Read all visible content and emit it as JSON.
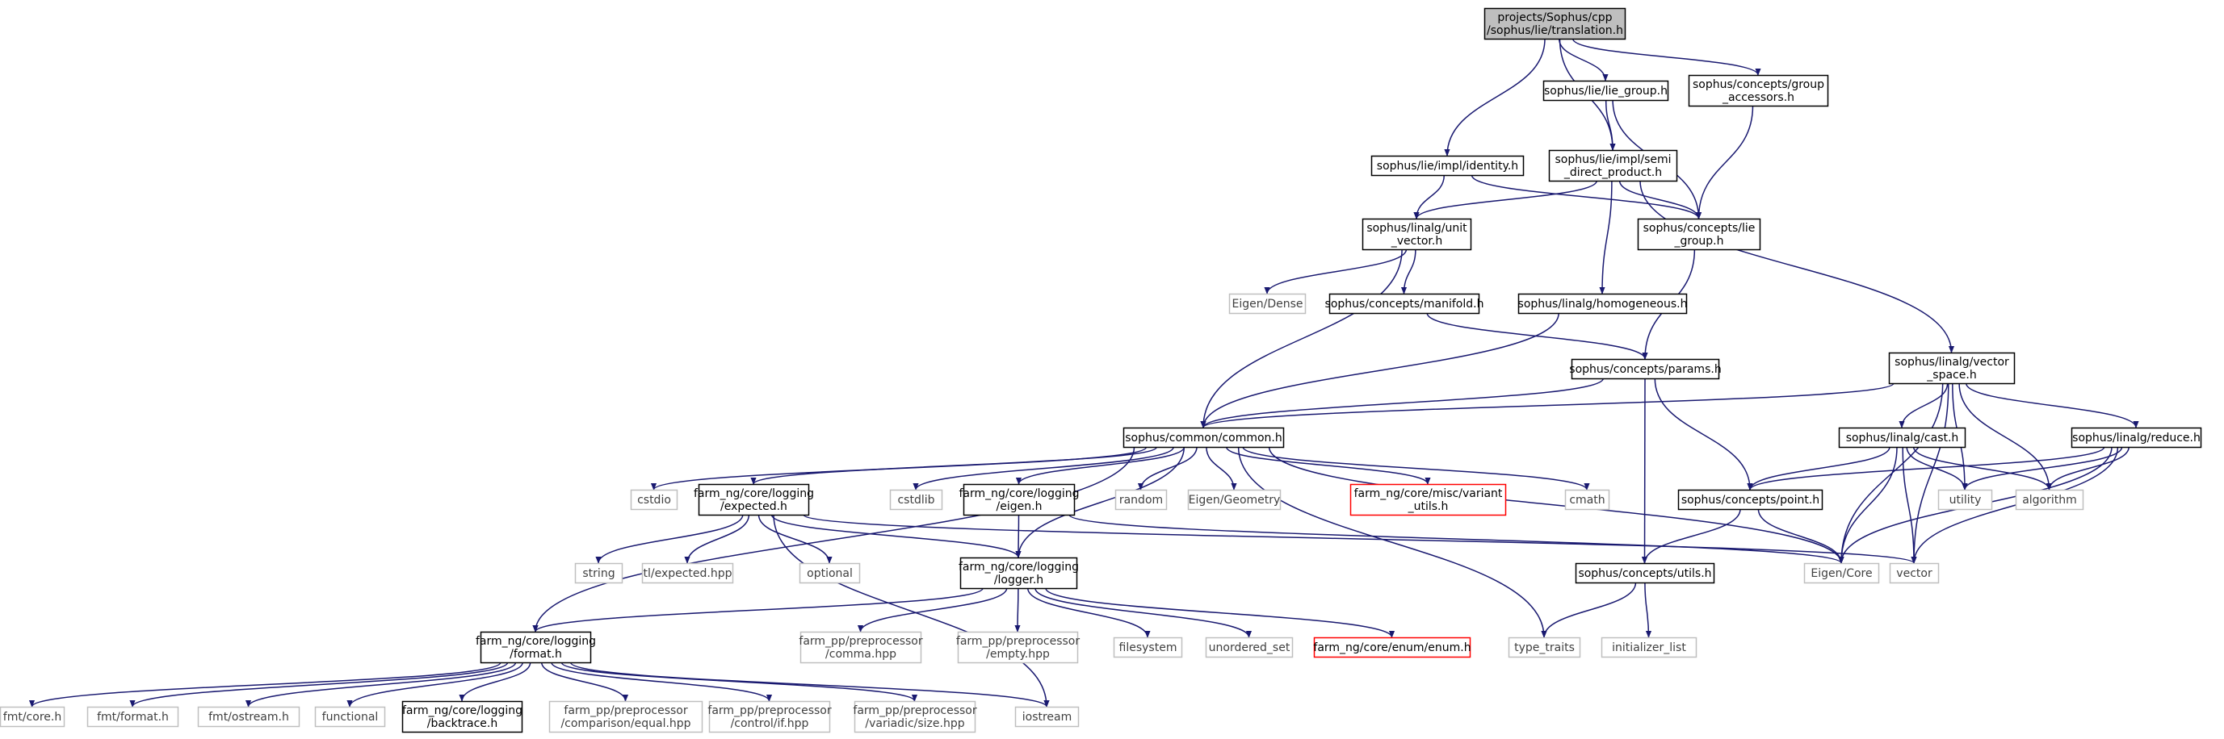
{
  "graph": {
    "nodes": [
      {
        "id": "root",
        "lines": [
          "projects/Sophus/cpp",
          "/sophus/lie/translation.h"
        ],
        "style": "root"
      },
      {
        "id": "lie_group_h",
        "lines": [
          "sophus/lie/lie_group.h"
        ],
        "style": "normal"
      },
      {
        "id": "group_accessors",
        "lines": [
          "sophus/concepts/group",
          "_accessors.h"
        ],
        "style": "normal"
      },
      {
        "id": "identity",
        "lines": [
          "sophus/lie/impl/identity.h"
        ],
        "style": "normal"
      },
      {
        "id": "semi_direct",
        "lines": [
          "sophus/lie/impl/semi",
          "_direct_product.h"
        ],
        "style": "normal"
      },
      {
        "id": "unit_vector",
        "lines": [
          "sophus/linalg/unit",
          "_vector.h"
        ],
        "style": "normal"
      },
      {
        "id": "concepts_lie_group",
        "lines": [
          "sophus/concepts/lie",
          "_group.h"
        ],
        "style": "normal"
      },
      {
        "id": "eigen_dense",
        "lines": [
          "Eigen/Dense"
        ],
        "style": "system"
      },
      {
        "id": "manifold",
        "lines": [
          "sophus/concepts/manifold.h"
        ],
        "style": "normal"
      },
      {
        "id": "homogeneous",
        "lines": [
          "sophus/linalg/homogeneous.h"
        ],
        "style": "normal"
      },
      {
        "id": "params",
        "lines": [
          "sophus/concepts/params.h"
        ],
        "style": "normal"
      },
      {
        "id": "vector_space",
        "lines": [
          "sophus/linalg/vector",
          "_space.h"
        ],
        "style": "normal"
      },
      {
        "id": "common",
        "lines": [
          "sophus/common/common.h"
        ],
        "style": "normal"
      },
      {
        "id": "cast",
        "lines": [
          "sophus/linalg/cast.h"
        ],
        "style": "normal"
      },
      {
        "id": "reduce",
        "lines": [
          "sophus/linalg/reduce.h"
        ],
        "style": "normal"
      },
      {
        "id": "cstdio",
        "lines": [
          "cstdio"
        ],
        "style": "system"
      },
      {
        "id": "expected",
        "lines": [
          "farm_ng/core/logging",
          "/expected.h"
        ],
        "style": "normal"
      },
      {
        "id": "cstdlib",
        "lines": [
          "cstdlib"
        ],
        "style": "system"
      },
      {
        "id": "eigen_h",
        "lines": [
          "farm_ng/core/logging",
          "/eigen.h"
        ],
        "style": "normal"
      },
      {
        "id": "random",
        "lines": [
          "random"
        ],
        "style": "system"
      },
      {
        "id": "eigen_geometry",
        "lines": [
          "Eigen/Geometry"
        ],
        "style": "system"
      },
      {
        "id": "variant_utils",
        "lines": [
          "farm_ng/core/misc/variant",
          "_utils.h"
        ],
        "style": "missing"
      },
      {
        "id": "cmath",
        "lines": [
          "cmath"
        ],
        "style": "system"
      },
      {
        "id": "point",
        "lines": [
          "sophus/concepts/point.h"
        ],
        "style": "normal"
      },
      {
        "id": "utility",
        "lines": [
          "utility"
        ],
        "style": "system"
      },
      {
        "id": "algorithm",
        "lines": [
          "algorithm"
        ],
        "style": "system"
      },
      {
        "id": "string",
        "lines": [
          "string"
        ],
        "style": "system"
      },
      {
        "id": "tl_expected",
        "lines": [
          "tl/expected.hpp"
        ],
        "style": "system"
      },
      {
        "id": "optional",
        "lines": [
          "optional"
        ],
        "style": "system"
      },
      {
        "id": "logger",
        "lines": [
          "farm_ng/core/logging",
          "/logger.h"
        ],
        "style": "normal"
      },
      {
        "id": "eigen_core",
        "lines": [
          "Eigen/Core"
        ],
        "style": "system"
      },
      {
        "id": "vector",
        "lines": [
          "vector"
        ],
        "style": "system"
      },
      {
        "id": "utils",
        "lines": [
          "sophus/concepts/utils.h"
        ],
        "style": "normal"
      },
      {
        "id": "format",
        "lines": [
          "farm_ng/core/logging",
          "/format.h"
        ],
        "style": "normal"
      },
      {
        "id": "comma",
        "lines": [
          "farm_pp/preprocessor",
          "/comma.hpp"
        ],
        "style": "system"
      },
      {
        "id": "empty",
        "lines": [
          "farm_pp/preprocessor",
          "/empty.hpp"
        ],
        "style": "system"
      },
      {
        "id": "filesystem",
        "lines": [
          "filesystem"
        ],
        "style": "system"
      },
      {
        "id": "unordered_set",
        "lines": [
          "unordered_set"
        ],
        "style": "system"
      },
      {
        "id": "enum_h",
        "lines": [
          "farm_ng/core/enum/enum.h"
        ],
        "style": "missing"
      },
      {
        "id": "type_traits",
        "lines": [
          "type_traits"
        ],
        "style": "system"
      },
      {
        "id": "initializer_list",
        "lines": [
          "initializer_list"
        ],
        "style": "system"
      },
      {
        "id": "fmt_core",
        "lines": [
          "fmt/core.h"
        ],
        "style": "system"
      },
      {
        "id": "fmt_format",
        "lines": [
          "fmt/format.h"
        ],
        "style": "system"
      },
      {
        "id": "fmt_ostream",
        "lines": [
          "fmt/ostream.h"
        ],
        "style": "system"
      },
      {
        "id": "functional",
        "lines": [
          "functional"
        ],
        "style": "system"
      },
      {
        "id": "backtrace",
        "lines": [
          "farm_ng/core/logging",
          "/backtrace.h"
        ],
        "style": "normal"
      },
      {
        "id": "comparison_equal",
        "lines": [
          "farm_pp/preprocessor",
          "/comparison/equal.hpp"
        ],
        "style": "system"
      },
      {
        "id": "control_if",
        "lines": [
          "farm_pp/preprocessor",
          "/control/if.hpp"
        ],
        "style": "system"
      },
      {
        "id": "variadic_size",
        "lines": [
          "farm_pp/preprocessor",
          "/variadic/size.hpp"
        ],
        "style": "system"
      },
      {
        "id": "iostream",
        "lines": [
          "iostream"
        ],
        "style": "system"
      }
    ],
    "edges": [
      [
        "root",
        "lie_group_h"
      ],
      [
        "root",
        "group_accessors"
      ],
      [
        "root",
        "identity"
      ],
      [
        "root",
        "semi_direct"
      ],
      [
        "lie_group_h",
        "semi_direct"
      ],
      [
        "lie_group_h",
        "concepts_lie_group"
      ],
      [
        "group_accessors",
        "concepts_lie_group"
      ],
      [
        "identity",
        "unit_vector"
      ],
      [
        "identity",
        "concepts_lie_group"
      ],
      [
        "semi_direct",
        "unit_vector"
      ],
      [
        "semi_direct",
        "concepts_lie_group"
      ],
      [
        "semi_direct",
        "homogeneous"
      ],
      [
        "semi_direct",
        "vector_space"
      ],
      [
        "unit_vector",
        "eigen_dense"
      ],
      [
        "unit_vector",
        "manifold"
      ],
      [
        "unit_vector",
        "common"
      ],
      [
        "concepts_lie_group",
        "params"
      ],
      [
        "manifold",
        "params"
      ],
      [
        "homogeneous",
        "common"
      ],
      [
        "params",
        "common"
      ],
      [
        "params",
        "point"
      ],
      [
        "params",
        "utils"
      ],
      [
        "vector_space",
        "common"
      ],
      [
        "vector_space",
        "cast"
      ],
      [
        "vector_space",
        "reduce"
      ],
      [
        "vector_space",
        "utility"
      ],
      [
        "vector_space",
        "algorithm"
      ],
      [
        "vector_space",
        "eigen_core"
      ],
      [
        "vector_space",
        "vector"
      ],
      [
        "common",
        "cstdio"
      ],
      [
        "common",
        "expected"
      ],
      [
        "common",
        "cstdlib"
      ],
      [
        "common",
        "eigen_h"
      ],
      [
        "common",
        "random"
      ],
      [
        "common",
        "eigen_geometry"
      ],
      [
        "common",
        "variant_utils"
      ],
      [
        "common",
        "cmath"
      ],
      [
        "common",
        "logger"
      ],
      [
        "common",
        "format"
      ],
      [
        "common",
        "type_traits"
      ],
      [
        "common",
        "eigen_core"
      ],
      [
        "cast",
        "point"
      ],
      [
        "cast",
        "utility"
      ],
      [
        "cast",
        "algorithm"
      ],
      [
        "cast",
        "eigen_core"
      ],
      [
        "cast",
        "vector"
      ],
      [
        "reduce",
        "point"
      ],
      [
        "reduce",
        "utility"
      ],
      [
        "reduce",
        "algorithm"
      ],
      [
        "reduce",
        "eigen_core"
      ],
      [
        "reduce",
        "vector"
      ],
      [
        "expected",
        "string"
      ],
      [
        "expected",
        "tl_expected"
      ],
      [
        "expected",
        "optional"
      ],
      [
        "expected",
        "logger"
      ],
      [
        "expected",
        "vector"
      ],
      [
        "expected",
        "iostream"
      ],
      [
        "eigen_h",
        "logger"
      ],
      [
        "eigen_h",
        "eigen_core"
      ],
      [
        "point",
        "utils"
      ],
      [
        "point",
        "eigen_core"
      ],
      [
        "logger",
        "format"
      ],
      [
        "logger",
        "comma"
      ],
      [
        "logger",
        "empty"
      ],
      [
        "logger",
        "filesystem"
      ],
      [
        "logger",
        "unordered_set"
      ],
      [
        "logger",
        "enum_h"
      ],
      [
        "utils",
        "type_traits"
      ],
      [
        "utils",
        "initializer_list"
      ],
      [
        "format",
        "fmt_core"
      ],
      [
        "format",
        "fmt_format"
      ],
      [
        "format",
        "fmt_ostream"
      ],
      [
        "format",
        "functional"
      ],
      [
        "format",
        "backtrace"
      ],
      [
        "format",
        "comparison_equal"
      ],
      [
        "format",
        "control_if"
      ],
      [
        "format",
        "variadic_size"
      ],
      [
        "format",
        "iostream"
      ]
    ]
  },
  "colors": {
    "edge": "#191970",
    "normal_border": "#000000",
    "system_border": "#bfbfbf",
    "missing_border": "#ff0000",
    "root_fill": "#bfbfbf",
    "text": "#000000"
  }
}
